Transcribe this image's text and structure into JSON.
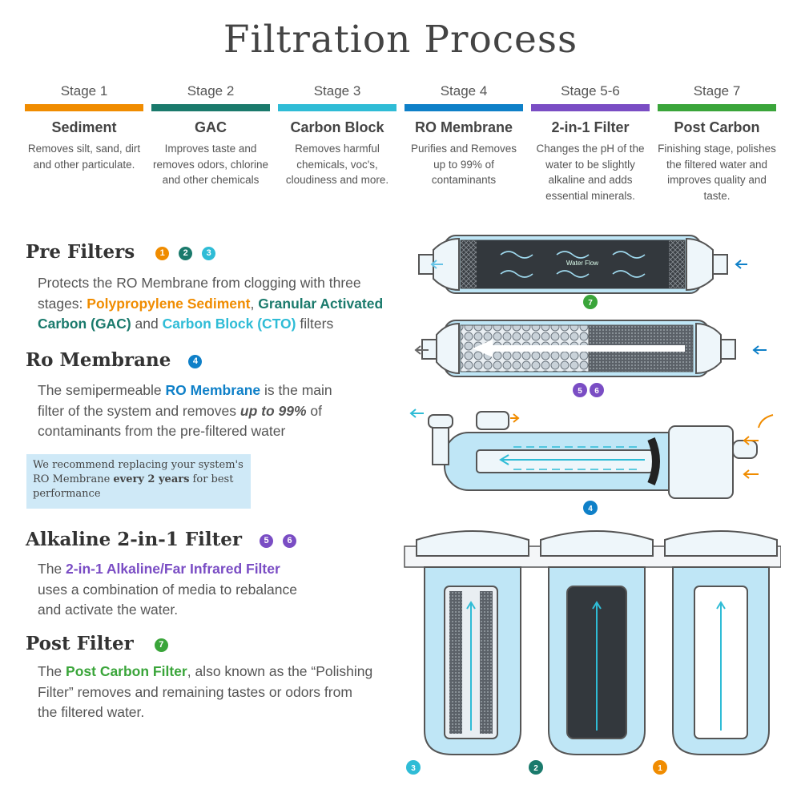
{
  "title": "Filtration Process",
  "stages": [
    {
      "num": "Stage 1",
      "name": "Sediment",
      "desc": "Removes silt, sand, dirt and other particulate.",
      "color": "#f08c00"
    },
    {
      "num": "Stage 2",
      "name": "GAC",
      "desc": "Improves taste and removes odors, chlorine and other chemicals",
      "color": "#1a7a6c"
    },
    {
      "num": "Stage 3",
      "name": "Carbon Block",
      "desc": "Removes harmful chemicals, voc's, cloudiness and more.",
      "color": "#2fbcd6"
    },
    {
      "num": "Stage 4",
      "name": "RO Membrane",
      "desc": "Purifies and Removes up to 99% of contaminants",
      "color": "#0f80c8"
    },
    {
      "num": "Stage 5-6",
      "name": "2-in-1 Filter",
      "desc": "Changes the pH of the water to be slightly alkaline and adds essential minerals.",
      "color": "#7a4dc4"
    },
    {
      "num": "Stage 7",
      "name": "Post Carbon",
      "desc": "Finishing stage, polishes the filtered water and improves quality and taste.",
      "color": "#3aa53a"
    }
  ],
  "prefilters": {
    "title": "Pre Filters",
    "badges": [
      "1",
      "2",
      "3"
    ],
    "text1": "Protects the RO Membrane from clogging with three stages: ",
    "sediment": "Polypropylene Sediment",
    "comma": ", ",
    "gac": "Granular Activated Carbon (GAC)",
    "and": " and ",
    "cto": "Carbon Block (CTO)",
    "text2": " filters"
  },
  "ro": {
    "title": "Ro Membrane",
    "badge": "4",
    "text1": "The semipermeable ",
    "hl": "RO Membrane",
    "text2": " is the main filter of the system and removes ",
    "em": "up to 99%",
    "text3": " of contaminants from the pre-filtered water"
  },
  "note": {
    "text1": "We recommend replacing your system's RO Membrane ",
    "bold": "every 2 years",
    "text2": " for best performance"
  },
  "alkaline": {
    "title": "Alkaline 2-in-1 Filter",
    "badges": [
      "5",
      "6"
    ],
    "text1": "The ",
    "hl": "2-in-1 Alkaline/Far Infrared Filter",
    "text2": " uses a combination of media to rebalance and activate the water."
  },
  "post": {
    "title": "Post Filter",
    "badge": "7",
    "text1": "The ",
    "hl": "Post Carbon Filter",
    "text2": ", also known as the “Polishing Filter” removes and remaining tastes or odors from the filtered water."
  },
  "illustration": {
    "water_flow_label": "Water Flow",
    "badge7": "7",
    "badge5": "5",
    "badge6": "6",
    "badge4": "4",
    "badge3": "3",
    "badge2": "2",
    "badge1": "1"
  }
}
